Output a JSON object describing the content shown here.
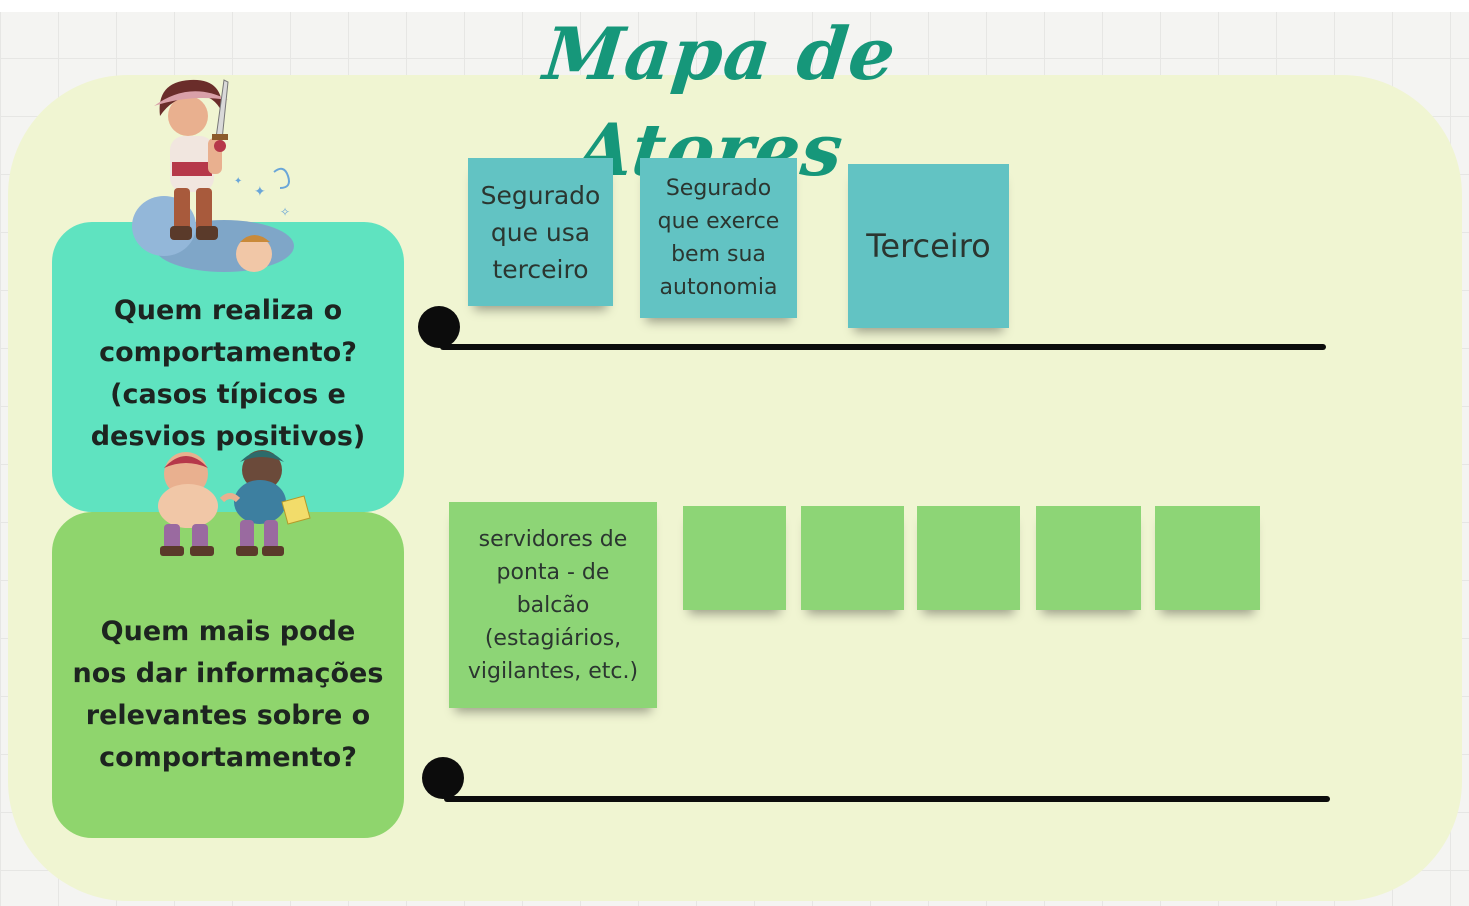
{
  "board": {
    "title": "Mapa de Atores"
  },
  "rows": [
    {
      "question": "Quem realiza o\ncomportamento?\n(casos típicos e\ndesvios positivos)",
      "color": "#5fe3c0",
      "notes": [
        {
          "text": "Segurado\nque usa\nterceiro"
        },
        {
          "text": "Segurado\nque exerce\nbem sua\nautonomia"
        },
        {
          "text": "Terceiro"
        }
      ]
    },
    {
      "question": "Quem mais pode\nnos dar informações\nrelevantes sobre o\ncomportamento?",
      "color": "#8fd56d",
      "notes": [
        {
          "text": "servidores de\nponta - de\nbalcão\n(estagiários,\nvigilantes, etc.)"
        },
        {
          "text": ""
        },
        {
          "text": ""
        },
        {
          "text": ""
        },
        {
          "text": ""
        },
        {
          "text": ""
        }
      ]
    }
  ],
  "colors": {
    "title": "#16977a",
    "board_bg": "#f0f5d2",
    "note_teal": "#62c3c3",
    "note_green": "#8dd576",
    "timeline": "#0c0c0c"
  },
  "icons": [
    "pirate-captain-illustration",
    "pirates-group-illustration"
  ]
}
